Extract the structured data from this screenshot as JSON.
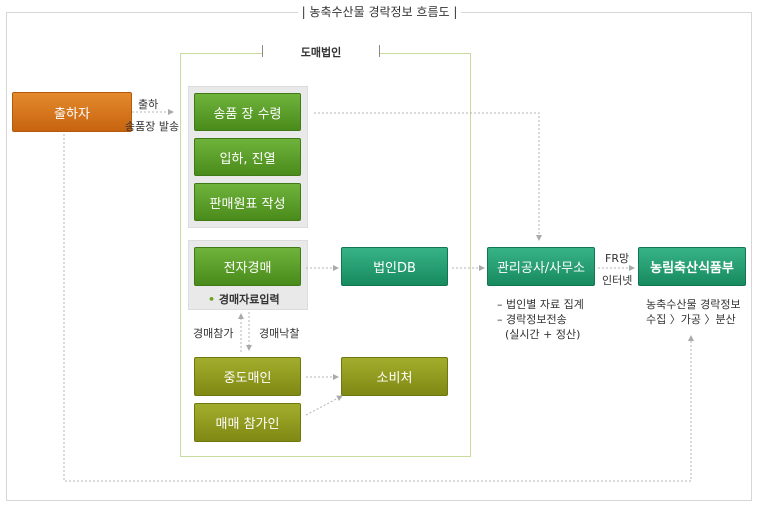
{
  "title": "| 농축수산물 경락정보 흐름도 |",
  "group_label": "도매법인",
  "nodes": {
    "shipper": "출하자",
    "receive_slip": "송품 장 수령",
    "arrival_display": "입하, 진열",
    "sales_slip": "판매원표 작성",
    "e_auction": "전자경매",
    "corp_db": "법인DB",
    "management": "관리공사/사무소",
    "ministry": "농림축산식품부",
    "middleman": "중도매인",
    "consumer": "소비처",
    "trade_participant": "매매 참가인"
  },
  "labels": {
    "ship_line1": "출하",
    "ship_line2": "송품장 발송",
    "auction_input": "경매자료입력",
    "auction_join": "경매참가",
    "auction_win": "경매낙찰",
    "fr_net": "FR망",
    "internet": "인터넷",
    "mgmt_note1": "– 법인별 자료 집계",
    "mgmt_note2": "– 경락정보전송",
    "mgmt_note3": "(실시간 + 정산)",
    "ministry_note1": "농축수산물 경락정보",
    "ministry_note2": "수집 〉가공 〉분산"
  },
  "colors": {
    "orange": "#d57419",
    "green": "#5a9e2a",
    "teal": "#21a070",
    "olive": "#8f9a1e",
    "group_border": "#c9dca0"
  }
}
